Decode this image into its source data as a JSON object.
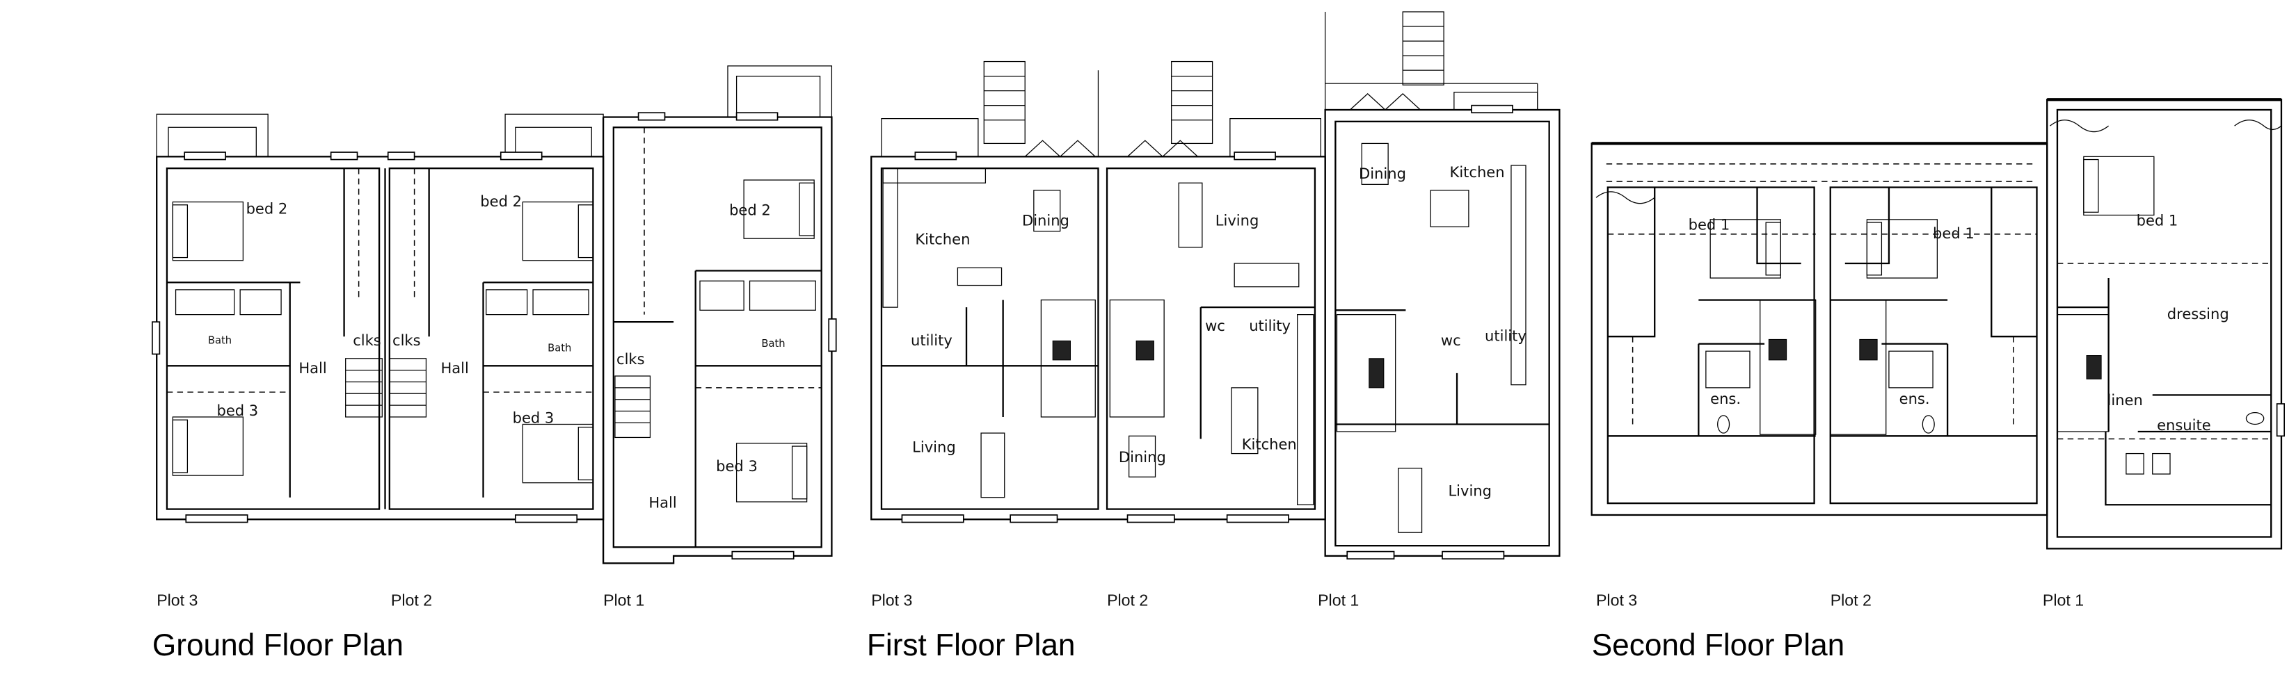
{
  "ground_floor": {
    "title": "Ground Floor Plan",
    "plots": [
      "Plot 3",
      "Plot 2",
      "Plot 1"
    ],
    "rooms": {
      "p3_bed2": "bed 2",
      "p2_bed2": "bed 2",
      "p1_bed2": "bed 2",
      "p3_bath": "Bath",
      "p2_bath": "Bath",
      "p1_bath": "Bath",
      "p3_clks": "clks",
      "p2_clks": "clks",
      "p1_clks": "clks",
      "p3_hall": "Hall",
      "p2_hall": "Hall",
      "p1_hall": "Hall",
      "p3_bed3": "bed 3",
      "p2_bed3": "bed 3",
      "p1_bed3": "bed 3"
    }
  },
  "first_floor": {
    "title": "First Floor Plan",
    "plots": [
      "Plot 3",
      "Plot 2",
      "Plot 1"
    ],
    "rooms": {
      "p3_kitchen": "Kitchen",
      "p3_dining": "Dining",
      "p3_utility": "utility",
      "p3_living": "Living",
      "p2_living": "Living",
      "p2_wc": "wc",
      "p2_utility": "utility",
      "p2_dining": "Dining",
      "p2_kitchen": "Kitchen",
      "p1_dining": "Dining",
      "p1_kitchen": "Kitchen",
      "p1_wc": "wc",
      "p1_utility": "utility",
      "p1_living": "Living"
    }
  },
  "second_floor": {
    "title": "Second Floor Plan",
    "plots": [
      "Plot 3",
      "Plot 2",
      "Plot 1"
    ],
    "rooms": {
      "p3_bed1": "bed 1",
      "p2_bed1": "bed 1",
      "p1_bed1": "bed 1",
      "p3_ens": "ens.",
      "p2_ens": "ens.",
      "p1_dressing": "dressing",
      "p1_linen": "linen",
      "p1_ensuite": "ensuite"
    }
  },
  "colors": {
    "line": "#000000",
    "background": "#ffffff"
  }
}
